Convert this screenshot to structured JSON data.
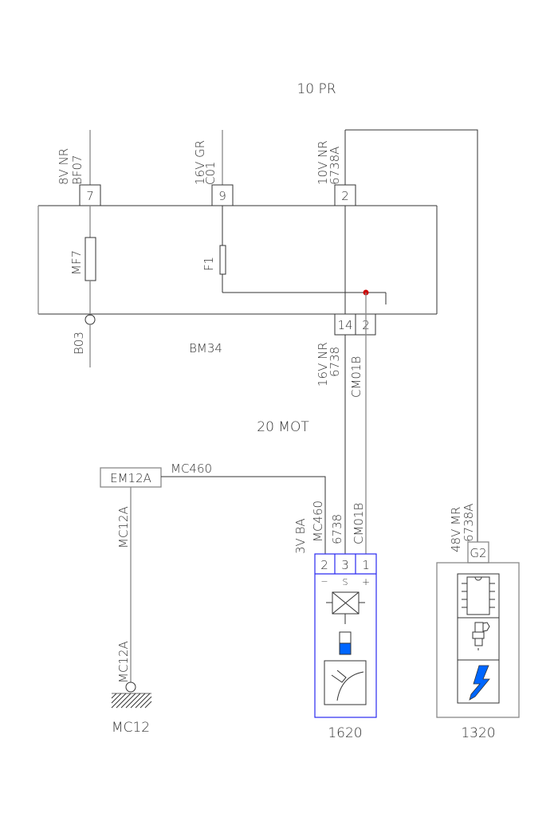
{
  "zones": {
    "top": "10 PR",
    "middle": "20 MOT"
  },
  "bm34": {
    "name": "BM34",
    "top_pins": [
      {
        "pin": "7",
        "voltage": "8V NR",
        "wire": "BF07"
      },
      {
        "pin": "9",
        "voltage": "16V GR",
        "wire": "C01"
      },
      {
        "pin": "2",
        "voltage": "10V NR",
        "wire": "6738A"
      }
    ],
    "fuses": [
      "MF7",
      "F1"
    ],
    "bottom_ground": "B03",
    "bottom_pins": [
      {
        "pin": "14",
        "voltage": "16V NR",
        "wire": "6738"
      },
      {
        "pin": "2",
        "wire": "CM01B"
      }
    ]
  },
  "em12a": {
    "label": "EM12A",
    "wire_right": "MC460",
    "wire_down": "MC12A",
    "wire_down_2": "MC12A",
    "ground": "MC12"
  },
  "comp_1620": {
    "name": "1620",
    "connector": "3V BA",
    "pins": [
      {
        "pin": "2",
        "wire": "MC460",
        "sign": "−"
      },
      {
        "pin": "3",
        "wire": "6738",
        "sign": "S"
      },
      {
        "pin": "1",
        "wire": "CM01B",
        "sign": "+"
      }
    ],
    "accent": "#0066ff",
    "frame": "#2a2af0"
  },
  "comp_1320": {
    "name": "1320",
    "pin": "G2",
    "voltage": "48V MR",
    "wire": "6738A",
    "icons": [
      "ic-chip-icon",
      "injector-icon",
      "lightning-icon"
    ],
    "accent": "#0066ff"
  },
  "junction_color": "#cc0000"
}
